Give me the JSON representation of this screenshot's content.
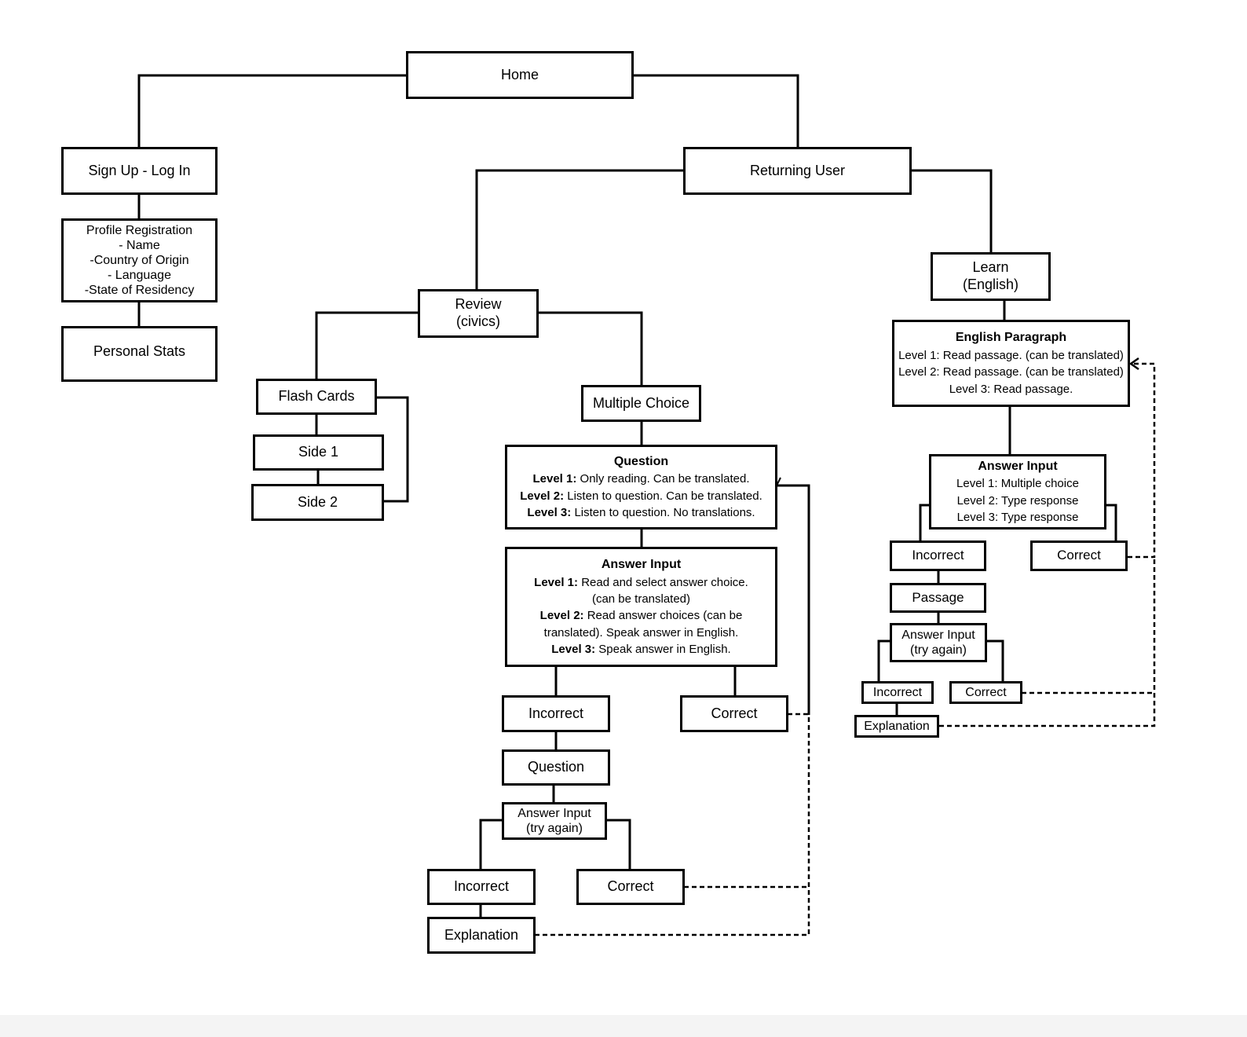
{
  "diagram": {
    "home": "Home",
    "signup": "Sign Up - Log In",
    "profile": {
      "lines": [
        "Profile Registration",
        "- Name",
        "-Country of Origin",
        "- Language",
        "-State of Residency"
      ]
    },
    "stats": "Personal Stats",
    "returning": "Returning User",
    "review": {
      "l1": "Review",
      "l2": "(civics)"
    },
    "learn": {
      "l1": "Learn",
      "l2": "(English)"
    },
    "flash": "Flash Cards",
    "side1": "Side 1",
    "side2": "Side 2",
    "mc": "Multiple Choice",
    "question": {
      "title": "Question",
      "items": [
        {
          "b": "Level 1:",
          "t": " Only reading. Can be translated."
        },
        {
          "b": "Level 2:",
          "t": " Listen to question. Can be translated."
        },
        {
          "b": "Level 3:",
          "t": " Listen to question. No translations."
        }
      ]
    },
    "answer": {
      "title": "Answer Input",
      "l1b": "Level 1:",
      "l1t": " Read and select answer choice.",
      "l1c": "(can be translated)",
      "l2b": "Level 2:",
      "l2t": " Read answer choices (can be",
      "l2c": "translated). Speak answer in English.",
      "l3b": "Level 3:",
      "l3t": " Speak answer in English."
    },
    "incorrect": "Incorrect",
    "correct": "Correct",
    "question2": "Question",
    "retry": {
      "l1": "Answer Input",
      "l2": "(try again)"
    },
    "explanation": "Explanation",
    "paragraph": {
      "title": "English Paragraph",
      "lines": [
        "Level 1: Read passage. (can be translated)",
        "Level 2: Read passage. (can be translated)",
        "Level 3: Read passage."
      ]
    },
    "eanswer": {
      "title": "Answer Input",
      "lines": [
        "Level 1: Multiple choice",
        "Level 2: Type response",
        "Level 3: Type response"
      ]
    },
    "passage": "Passage"
  }
}
